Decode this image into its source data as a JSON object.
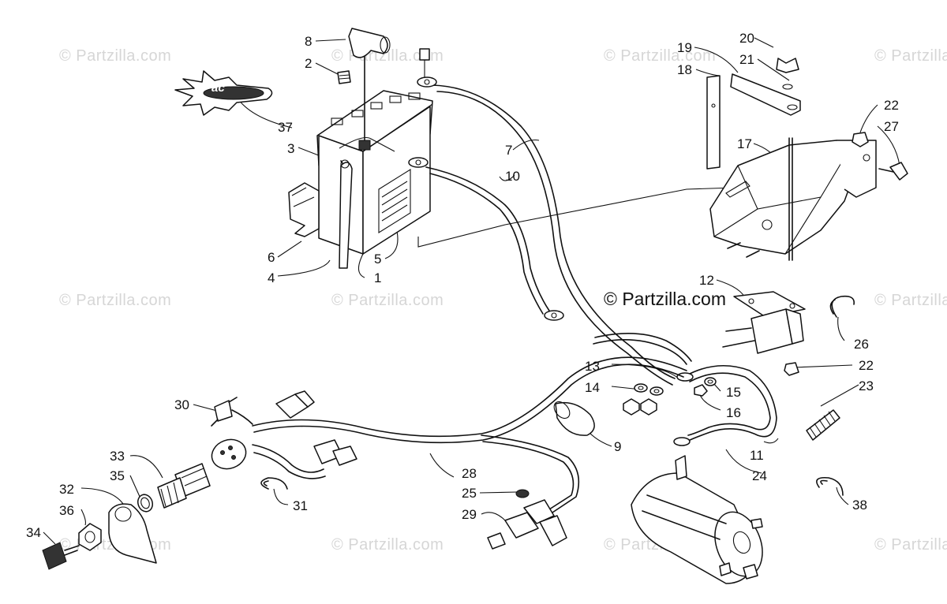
{
  "watermark": "© Partzilla.com",
  "copyright": "© Partzilla.com",
  "logo_text": "ac",
  "callouts": {
    "c1": "1",
    "c2": "2",
    "c3": "3",
    "c4": "4",
    "c5": "5",
    "c6": "6",
    "c7": "7",
    "c8": "8",
    "c9": "9",
    "c10": "10",
    "c11": "11",
    "c12": "12",
    "c13": "13",
    "c14": "14",
    "c15": "15",
    "c16": "16",
    "c17": "17",
    "c18": "18",
    "c19": "19",
    "c20": "20",
    "c21": "21",
    "c22a": "22",
    "c22b": "22",
    "c23": "23",
    "c24": "24",
    "c25": "25",
    "c26": "26",
    "c27": "27",
    "c28": "28",
    "c29": "29",
    "c30": "30",
    "c31": "31",
    "c32": "32",
    "c33": "33",
    "c34": "34",
    "c35": "35",
    "c36": "36",
    "c37": "37",
    "c38": "38"
  }
}
